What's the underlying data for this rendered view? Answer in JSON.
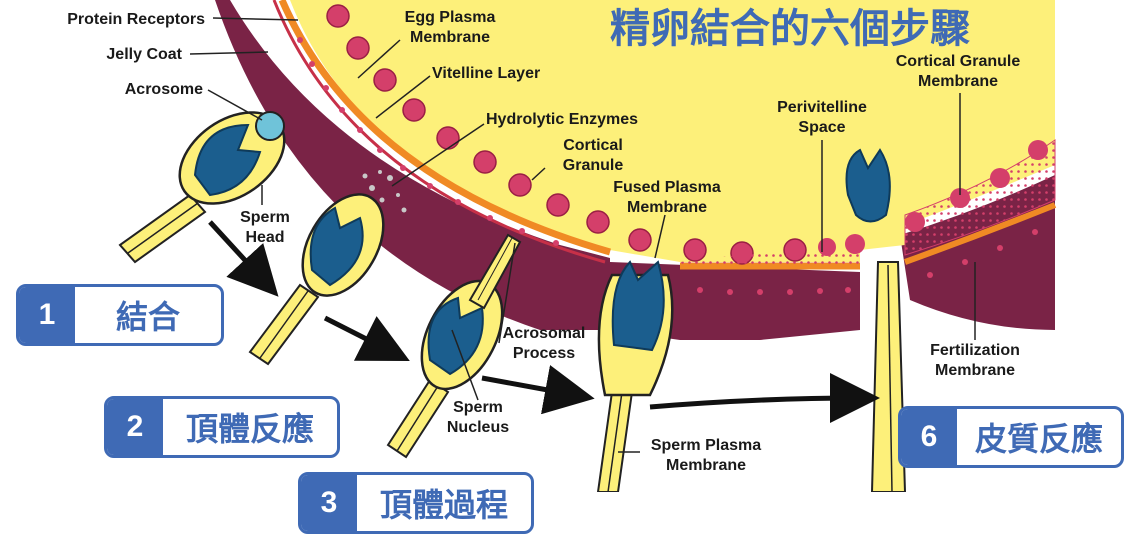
{
  "title": "精卵結合的六個步驟",
  "labels": {
    "protein_receptors": "Protein Receptors",
    "jelly_coat": "Jelly Coat",
    "acrosome": "Acrosome",
    "egg_plasma_membrane": [
      "Egg Plasma",
      "Membrane"
    ],
    "vitelline_layer": "Vitelline Layer",
    "hydrolytic_enzymes": "Hydrolytic Enzymes",
    "cortical_granule": [
      "Cortical",
      "Granule"
    ],
    "fused_plasma_membrane": [
      "Fused Plasma",
      "Membrane"
    ],
    "perivitelline_space": [
      "Perivitelline",
      "Space"
    ],
    "cortical_granule_membrane": [
      "Cortical Granule",
      "Membrane"
    ],
    "sperm_head": [
      "Sperm",
      "Head"
    ],
    "acrosomal_process": [
      "Acrosomal",
      "Process"
    ],
    "sperm_nucleus": [
      "Sperm",
      "Nucleus"
    ],
    "sperm_plasma_membrane": [
      "Sperm Plasma",
      "Membrane"
    ],
    "fertilization_membrane": [
      "Fertilization",
      "Membrane"
    ]
  },
  "steps": [
    {
      "number": "1",
      "label": "結合"
    },
    {
      "number": "2",
      "label": "頂體反應"
    },
    {
      "number": "3",
      "label": "頂體過程"
    },
    {
      "number": "6",
      "label": "皮質反應"
    }
  ],
  "colors": {
    "egg_cytoplasm": "#fdf07a",
    "jelly_coat": "#7a2346",
    "membrane_orange": "#f08a24",
    "granule": "#d43f6a",
    "sperm_fill": "#fdf07a",
    "sperm_nucleus": "#1b5e8e",
    "accent": "#3f6ab5"
  }
}
